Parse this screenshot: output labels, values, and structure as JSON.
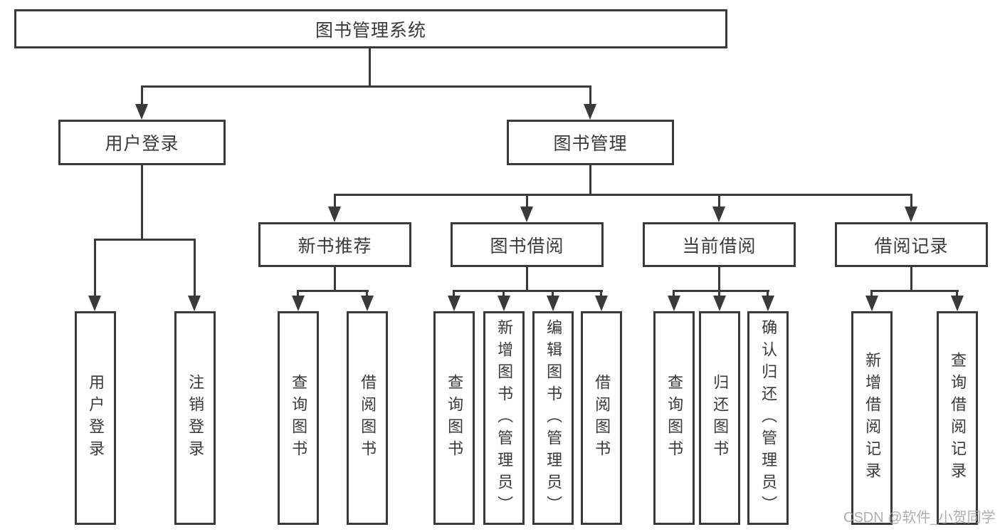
{
  "diagram_title": "图书管理系统",
  "nodes": {
    "root": "图书管理系统",
    "user_login": "用户登录",
    "book_mgmt": "图书管理",
    "new_books": "新书推荐",
    "book_borrow": "图书借阅",
    "current_borrow": "当前借阅",
    "borrow_records": "借阅记录",
    "leaves": {
      "user_login": [
        "用户登录",
        "注销登录"
      ],
      "new_books": [
        "查询图书",
        "借阅图书"
      ],
      "book_borrow": [
        "查询图书",
        "新增图书（管理员）",
        "编辑图书（管理员）",
        "借阅图书"
      ],
      "current_borrow": [
        "查询图书",
        "归还图书",
        "确认归还（管理员）"
      ],
      "borrow_records": [
        "新增借阅记录",
        "查询借阅记录"
      ]
    }
  },
  "watermark": "CSDN @软件_小贺同学",
  "colors": {
    "line": "#3a3a3a",
    "text": "#3a3a3a",
    "watermark": "#a5a5a5",
    "background": "#ffffff"
  }
}
